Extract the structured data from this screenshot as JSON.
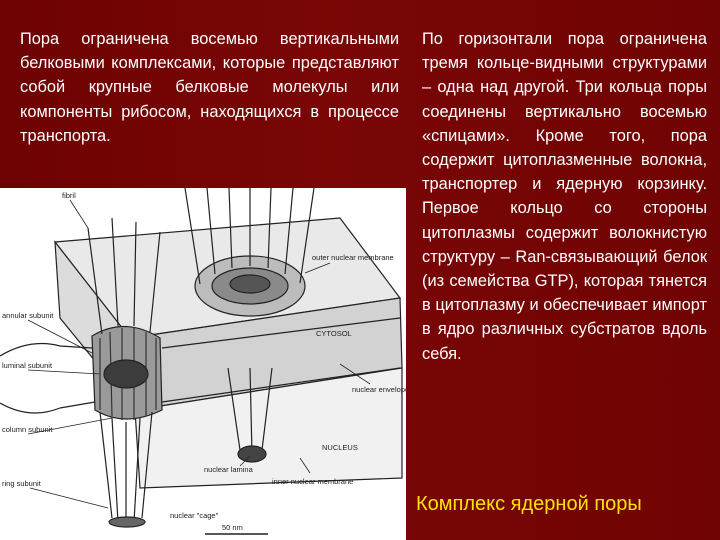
{
  "slide": {
    "left_paragraph": "Пора ограничена восемью вертикальными белковыми комплексами, которые представляют собой крупные белковые молекулы или компоненты рибосом, находящихся в процессе транспорта.",
    "right_paragraph": "По горизонтали пора ограничена тремя кольце-видными структурами – одна над другой. Три кольца поры соединены вертикально восемью «спицами». Кроме того, пора содержит цитоплазменные волокна, транспортер и ядерную корзинку. Первое кольцо со стороны цитоплазмы содержит волокнистую структуру – Ran-связывающий белок (из семейства GTP), которая тянется в цитоплазму и обеспечивает импорт в ядро различных субстратов вдоль себя.",
    "caption": "Комплекс ядерной поры"
  },
  "figure": {
    "labels": {
      "fibril": "fibril",
      "outer_membrane": "outer nuclear membrane",
      "cytosol": "CYTOSOL",
      "annular_subunit": "annular subunit",
      "luminal_subunit": "luminal subunit",
      "column_subunit": "column subunit",
      "ring_subunit": "ring subunit",
      "nuclear_envelope": "nuclear envelope",
      "nucleus": "NUCLEUS",
      "nuclear_lamina": "nuclear lamina",
      "inner_membrane": "inner nuclear membrane",
      "nuclear_cage": "nuclear \"cage\"",
      "scale_bar": "50 nm"
    }
  }
}
